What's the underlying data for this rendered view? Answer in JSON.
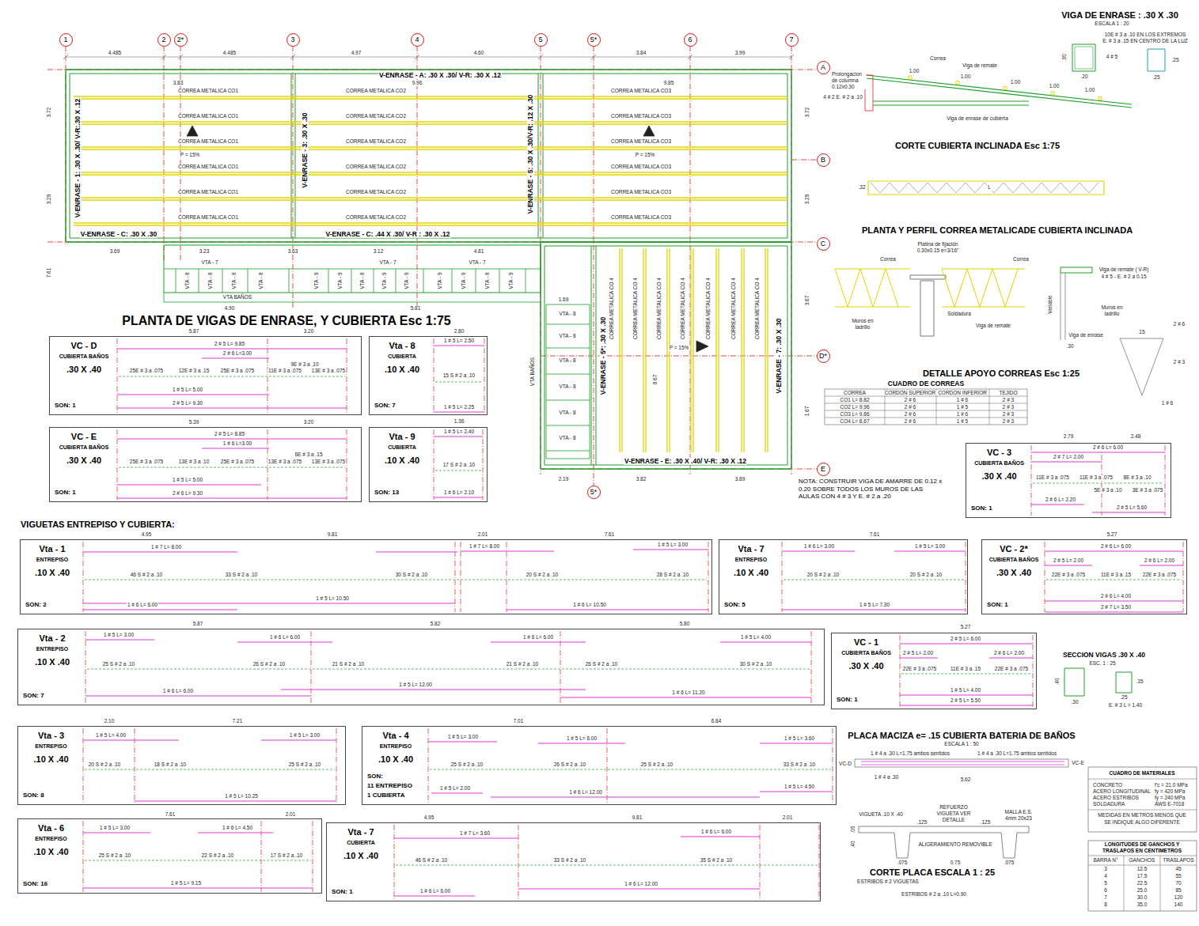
{
  "diagram": {
    "title": "PLANTA DE VIGAS DE ENRASE, Y CUBIERTA Esc 1:75",
    "nodes": [
      {
        "text": [
          "1"
        ]
      },
      {
        "text": [
          "2"
        ]
      },
      {
        "text": [
          "2*"
        ]
      },
      {
        "text": [
          "3"
        ]
      },
      {
        "text": [
          "4"
        ]
      },
      {
        "text": [
          "5"
        ]
      },
      {
        "text": [
          "5*"
        ]
      },
      {
        "text": [
          "6"
        ]
      },
      {
        "text": [
          "7"
        ]
      },
      {
        "text": [
          "A"
        ]
      },
      {
        "text": [
          "B"
        ]
      },
      {
        "text": [
          "C"
        ]
      },
      {
        "text": [
          "D*"
        ]
      },
      {
        "text": [
          "E"
        ]
      },
      {
        "text": [
          "5*"
        ]
      },
      {
        "text": [
          "VC - D",
          "CUBIERTA BAÑOS",
          ".30 X .40",
          "SON: 1"
        ]
      },
      {
        "text": [
          "Vta - 8",
          "CUBIERTA",
          ".10 X .40",
          "SON: 7"
        ]
      },
      {
        "text": [
          "VC - E",
          "CUBIERTA BAÑOS",
          ".30 X .40",
          "SON: 1"
        ]
      },
      {
        "text": [
          "Vta - 9",
          "CUBIERTA",
          ".10 X .40",
          "SON: 13"
        ]
      },
      {
        "text": [
          "VC - 3",
          "CUBIERTA BAÑOS",
          ".30 X .40",
          "SON: 1"
        ]
      },
      {
        "text": [
          "Vta - 1",
          "ENTREPISO",
          ".10 X .40",
          "SON: 2"
        ]
      },
      {
        "text": [
          "Vta - 7",
          "ENTREPISO",
          ".10 X .40",
          "SON: 5"
        ]
      },
      {
        "text": [
          "VC - 2*",
          "CUBIERTA BAÑOS",
          ".30 X .40",
          "SON: 1"
        ]
      },
      {
        "text": [
          "Vta - 2",
          "ENTREPISO",
          ".10 X .40",
          "SON: 7"
        ]
      },
      {
        "text": [
          "VC - 1",
          "CUBIERTA BAÑOS",
          ".30 X .40",
          "SON: 1"
        ]
      },
      {
        "text": [
          "Vta - 3",
          "ENTREPISO",
          ".10 X .40",
          "SON: 8"
        ]
      },
      {
        "text": [
          "Vta - 4",
          "ENTREPISO",
          ".10 X .40",
          "SON:",
          "11 ENTREPISO",
          "1 CUBIERTA"
        ]
      },
      {
        "text": [
          "Vta - 6",
          "ENTREPISO",
          ".10 X .40",
          "SON: 16"
        ]
      },
      {
        "text": [
          "Vta - 7",
          "CUBIERTA",
          ".10 X .40",
          "SON: 1"
        ]
      }
    ],
    "labels": [
      "4.485",
      "4.485",
      "4.97",
      "4.60",
      "3.84",
      "3.99",
      "V-ENRASE - A: .30 X .30/ V-R: .30 X .12",
      "3.83",
      "9.96",
      "9.85",
      "CORREA METALICA CO1",
      "CORREA METALICA CO1",
      "CORREA METALICA CO1",
      "CORREA METALICA CO1",
      "CORREA METALICA CO1",
      "CORREA METALICA CO1",
      "CORREA METALICA CO2",
      "CORREA METALICA CO2",
      "CORREA METALICA CO2",
      "CORREA METALICA CO2",
      "CORREA METALICA CO2",
      "CORREA METALICA CO2",
      "CORREA METALICA CO3",
      "CORREA METALICA CO3",
      "CORREA METALICA CO3",
      "CORREA METALICA CO3",
      "CORREA METALICA CO3",
      "CORREA METALICA CO3",
      "P = 15%",
      "P = 15%",
      "3.72",
      "3.29",
      "7.61",
      "3.72",
      "3.29",
      "V-ENRASE - 1: .30 X .30/ V-R:.30 X .12",
      "V-ENRASE - 3: .30 X .30",
      "V-ENRASE - 5: .30 X .30/V-R: .12 X .30",
      "V-ENRASE - C: .30 X .30",
      "V-ENRASE - C: .44 X .30/ V-R : .30 X .12",
      "3.69",
      "3.23",
      "3.63",
      "3.12",
      "4.81",
      "VTA - 7",
      "VTA - 7",
      "VTA - 7",
      "VTA - 8",
      "VTA - 8",
      "VTA - 8",
      "VTA - 8",
      "VTA - 9",
      "VTA - 9",
      "VTA - 8",
      "VTA - 9",
      "VTA - 9",
      "VTA - 9",
      "VTA - 9",
      "VTA - 8",
      "VTA - 9",
      "VTA BAÑOS",
      "4.90",
      "5.81",
      "1.69",
      "VTA - 8",
      "VTA - 8",
      "VTA - 8",
      "VTA - 8",
      "VTA - 8",
      "VTA - 8",
      "VTA BAÑOS",
      "V-ENRASE - 5*: .30 X .30",
      "CORREA METALICA CO 4",
      "CORREA METALICA CO 4",
      "CORREA METALICA CO 4",
      "CORREA METALICA CO 4",
      "CORREA METALICA CO 4",
      "CORREA METALICA CO 4",
      "CORREA METALICA CO 4",
      "8.67",
      "P = 15%",
      "V-ENRASE - 7: .30 X .30",
      "V-ENRASE - E: .30 X .40/ V-R: .30 X .12",
      "2.19",
      "3.82",
      "3.89",
      "3.67",
      "1.67",
      "NOTA: CONSTRUIR VIGA DE AMARRE DE 0.12 x 0.20 SOBRE TODOS LOS MUROS DE LAS AULAS CON 4 # 3 Y E. # 2 a .20",
      "VIGUETAS ENTREPISO Y CUBIERTA:",
      "5.87",
      "3.20",
      "2 # 5 L= 9.85",
      "2 # 6 L=3.00",
      "9E # 3 a .10",
      "25E # 3 a .075",
      "12E # 3 a .15",
      "25E # 3 a .075",
      "11E # 3 a .075",
      "13E # 3 a .075",
      "1 # 5 L= 5.00",
      "2 # 5 L= 9.30",
      "5.39",
      "3.20",
      "2 # 5 L= 8.85",
      "1 # 6 L=3.00",
      "6E # 3 a .15",
      "25E # 3 a .075",
      "13E # 3 a .10",
      "25E # 3 a .075",
      "13E # 3 a .075",
      "13E # 3 a .075",
      "1 # 5 L= 5.00",
      "2 # 6 L= 9.30",
      "2.80",
      "1 # 5 L= 2.50",
      "15 S # 2 a .10",
      "1 # 5 L= 2.25",
      "1.36",
      "1 # 5 L= 2.40",
      "17 S # 2 a .10",
      "1 # 6 L= 2.10",
      "2.79",
      "2.48",
      "2 # 6 L= 6.00",
      "2 # 7 L= 2.00",
      "11E # 3 a .075",
      "11E # 3 a .075",
      "8E # 3 a .10",
      "5E # 3 a .10",
      "3E # 3 a .075",
      "2 # 6 L= 2.20",
      "2 # 5 L= 5.60",
      "4.95",
      "9.81",
      "2.01",
      "7.61",
      "1 # 7 L= 8.00",
      "1 # 7 L= 8.00",
      "1 # 5 L= 3.00",
      "46 S # 2 a .10",
      "33 S # 2 a .10",
      "30 S # 2 a .10",
      "20 S # 2 a .10",
      "28 S # 2 a .10",
      "1 # 5 L= 10.50",
      "1 # 6 L= 6.00",
      "1 # 6 L= 10.50",
      "7.61",
      "1 # 6 L= 3.00",
      "1 # 5 L= 3.00",
      "20 S # 2 a .10",
      "20 S # 2 a .10",
      "1 # 5 L= 7.30",
      "5.27",
      "2 # 6 L= 6.00",
      "2 # 5 L= 2.00",
      "2 # 6 L= 2.00",
      "22E # 3 a .075",
      "11E # 3 a .15",
      "22E # 3 a .075",
      "2 # 6 L= 4.00",
      "2 # 7 L= 3.50",
      "5.87",
      "5.82",
      "5.80",
      "1 # 5 L= 3.00",
      "1 # 6 L= 6.00",
      "1 # 6 L= 6.00",
      "1 # 5 L= 4.00",
      "25 S # 2 a .10",
      "26 S # 2 a .10",
      "21 S # 2 a .10",
      "21 S # 2 a .10",
      "26 S # 2 a .10",
      "30 S # 2 a .10",
      "1 # 5 L= 12.00",
      "1 # 6 L= 6.00",
      "1 # 6 L= 11.20",
      "5.27",
      "2 # 5 L= 6.00",
      "2 # 5 L= 2.00",
      "2 # 6 L= 2.00",
      "22E # 3 a .075",
      "11E # 3 a .15",
      "22E # 3 a .075",
      "1 # 5 L= 4.00",
      "2 # 5 L= 5.50",
      "2.10",
      "7.21",
      "1 # 5 L= 4.00",
      "1 # 5 L= 3.00",
      "20 S # 2 a .10",
      "18 S # 2 a .10",
      "25 S # 2 a .10",
      "1 # 5 L= 10.25",
      "7.01",
      "6.84",
      "1 # 5 L= 3.00",
      "1 # 5 L= 6.00",
      "1 # 5 L= 3.60",
      "25 S # 2 a .10",
      "26 S # 2 a .10",
      "25 S # 2 a .10",
      "33 S # 2 a .10",
      "1 # 5 L= 2.00",
      "1 # 6 L= 12.00",
      "1 # 5 L= 4.50",
      "7.61",
      "2.01",
      "1 # 5 L= 3.00",
      "1 # 6 L= 4.50",
      "25 S # 2 a .10",
      "22 S # 2 a .10",
      "17 S # 2 a .10",
      "1 # 5 L= 9.15",
      "4.95",
      "9.81",
      "2.01",
      "1 # 7 L= 3.60",
      "1 # 6 L= 6.00",
      "46 S # 2 a .10",
      "33 S # 2 a .10",
      "35 S # 2 a .10",
      "1 # 6 L= 6.00",
      "1 # 6 L= 12.00",
      "VIGA DE ENRASE : .30 X .30",
      "ESCALA 1 : 20",
      "10E # 3 a .10 EN LOS EXTREMOS",
      "E. # 3 a .15 EN CENTRO DE LA LUZ",
      "4 # 5",
      ".30",
      ".20",
      ".25",
      ".25",
      "Correa",
      "Viga de remate",
      "1.00",
      "1.00",
      "1.00",
      "1.00",
      "1.00",
      "Prolongacion de columna 0.12x0.30",
      "4 # 2 E. # 2 a .10",
      "Viga de enrase de cubierta",
      "CORTE CUBIERTA INCLINADA Esc 1:75",
      ".32",
      "L",
      "PLANTA Y PERFIL CORREA METALICADE CUBIERTA INCLINADA",
      "Platina de fijación 0.30x0.15 e=3/16\"",
      "Correa",
      "Correa",
      "Soldadura",
      "Muros en ladrillo",
      "Viga de remate",
      "Viga de remate ( V-R)",
      "4 # 5 - E. # 2 a 0.15",
      "Variable",
      "Muros en ladrillo",
      "Viga de enrase",
      ".15",
      "2 # 6",
      "2 # 3",
      "1 # 6",
      ".30",
      "DETALLE APOYO CORREAS Esc 1:25",
      "CUADRO DE CORREAS",
      "CORREA",
      "CORDON SUPERIOR",
      "CORDON INFERIOR",
      "TEJIDO",
      "CO1 L= 8.82",
      "2 # 6",
      "1 # 6",
      "2 # 3",
      "CO2 L= 9.96",
      "2 # 6",
      "1 # 5",
      "2 # 3",
      "CO3 L= 9.86",
      "2 # 6",
      "1 # 6",
      "2 # 3",
      "CO4 L= 8.67",
      "2 # 6",
      "1 # 5",
      "2 # 3",
      "SECCION VIGAS .30 X .40",
      "ESC. 1 : 25",
      ".40",
      ".30",
      ".35",
      ".25",
      "E. # 3 L = 1.40",
      "PLACA MACIZA e= .15 CUBIERTA BATERIA DE BAÑOS",
      "ESCALA 1 : 50",
      "1 # 4 a .30 L=1.75 ambos sentidos",
      "1 # 4 a .30 L=1.75 ambos sentidos",
      "VC-D",
      "VC-E",
      "1 # 4 a .30",
      "5.62",
      "VIGUETA .10 X .40",
      "REFUERZO VIGUETA VER DETALLE",
      "MALLA E.S. 4mm 20x23",
      ".125",
      ".125",
      ".05",
      ".40",
      "ALIGERAMIENTO REMOVIBLE",
      ".075",
      "0.75",
      ".075",
      "CORTE PLACA ESCALA 1 : 25",
      "ESTRIBOS # 2 VIGUETAS",
      "ESTRIBOS # 2 a .10 L=0.90",
      "CUADRO DE MATERIALES",
      "CONCRETO",
      "f'c = 21.0 MPa",
      "ACERO LONGITUDINAL",
      "fy = 420 MPa",
      "ACERO ESTRIBOS",
      "fy = 240 MPa",
      "SOLDADURA",
      "AWS E-7018",
      "MEDIDAS EN METROS MENOS QUE",
      "SE INDIQUE ALGO DIFERENTE",
      "LONGITUDES DE GANCHOS Y TRASLAPOS EN CENTIMETROS",
      "BARRA N°",
      "GANCHOS",
      "TRASLAPOS",
      "3",
      "12.5",
      "45",
      "4",
      "17.5",
      "55",
      "5",
      "22.5",
      "70",
      "6",
      "25.0",
      "85",
      "7",
      "30.0",
      "120",
      "8",
      "35.0",
      "140"
    ]
  }
}
